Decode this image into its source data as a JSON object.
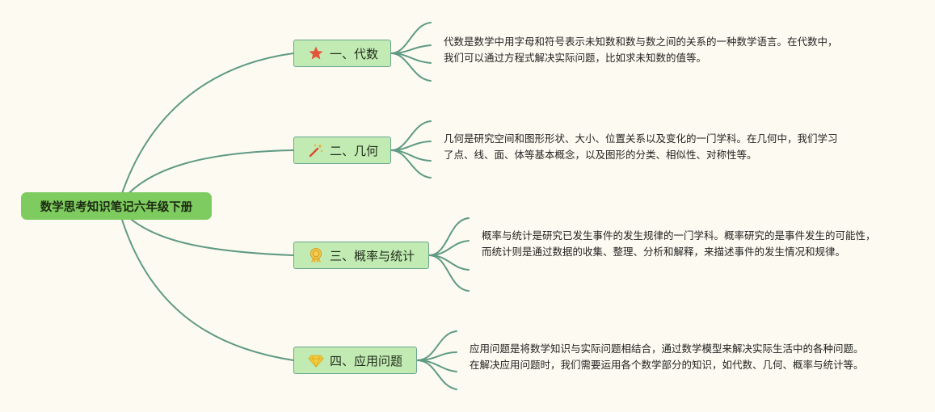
{
  "root": {
    "title": "数学思考知识笔记六年级下册"
  },
  "branches": [
    {
      "label": "一、代数",
      "icon": "star-icon",
      "icon_color": "#e5553a",
      "note": "代数是数学中用字母和符号表示未知数和数与数之间的关系的一种数学语言。在代数中，我们可以通过方程式解决实际问题，比如求未知数的值等。"
    },
    {
      "label": "二、几何",
      "icon": "magic-wand-icon",
      "icon_color": "#d94a2e",
      "note": "几何是研究空间和图形形状、大小、位置关系以及变化的一门学科。在几何中，我们学习了点、线、面、体等基本概念，以及图形的分类、相似性、对称性等。"
    },
    {
      "label": "三、概率与统计",
      "icon": "award-ribbon-icon",
      "icon_color": "#e8b83a",
      "note": "概率与统计是研究已发生事件的发生规律的一门学科。概率研究的是事件发生的可能性，而统计则是通过数据的收集、整理、分析和解释，来描述事件的发生情况和规律。"
    },
    {
      "label": "四、应用问题",
      "icon": "diamond-icon",
      "icon_color": "#f2cc3c",
      "note": "应用问题是将数学知识与实际问题相结合，通过数学模型来解决实际生活中的各种问题。在解决应用问题时，我们需要运用各个数学部分的知识，如代数、几何、概率与统计等。"
    }
  ],
  "colors": {
    "connector": "#5f9a84",
    "root_fill": "#7ecb5f",
    "branch_fill": "#c2ebb3",
    "background": "#fdfbf1"
  }
}
